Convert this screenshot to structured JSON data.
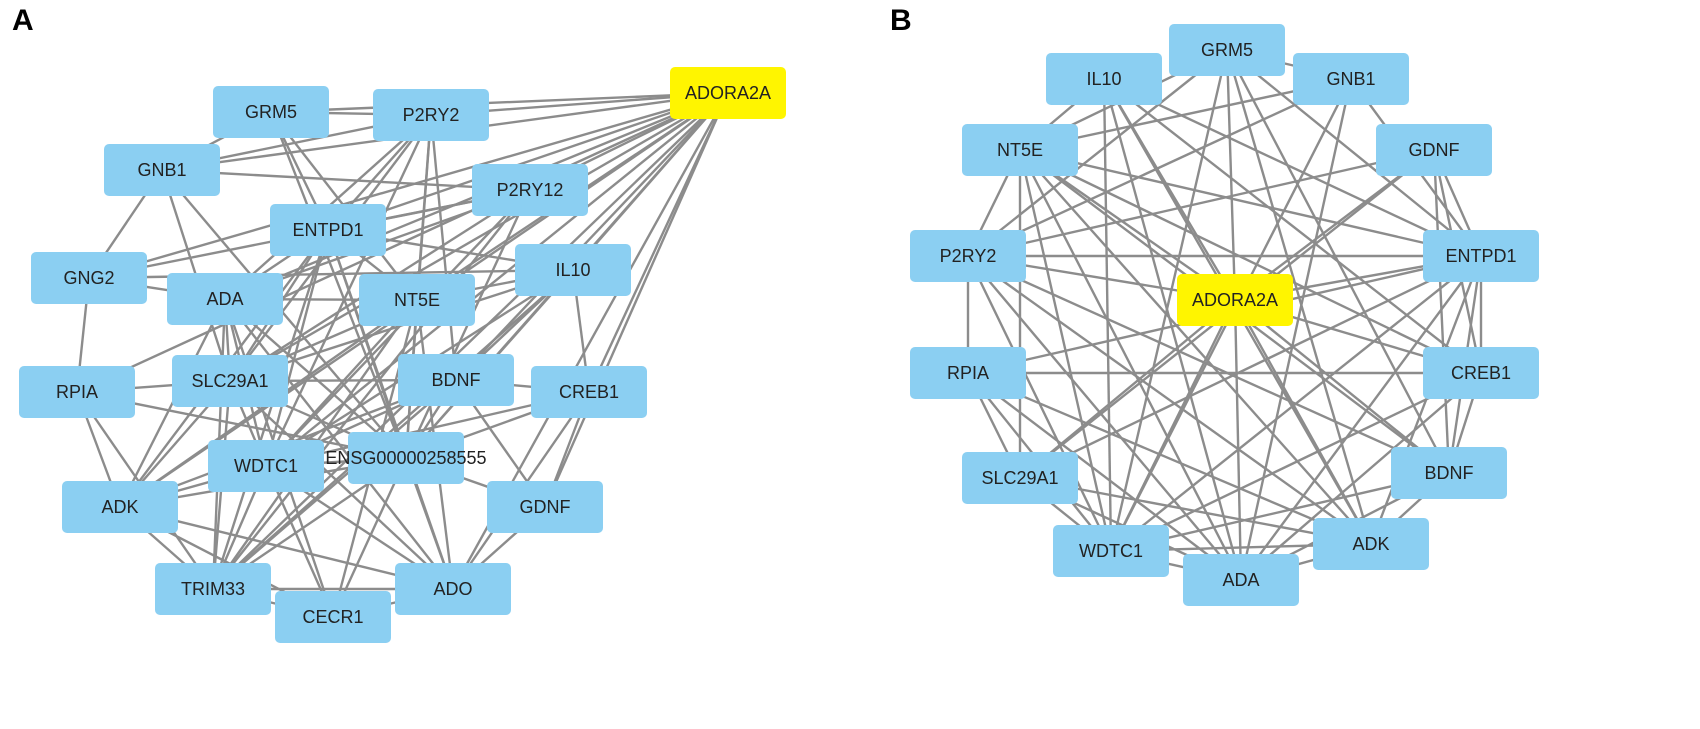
{
  "panels": [
    {
      "id": "A",
      "label": "A",
      "highlight_color": "#fff500",
      "node_color": "#8bcff2",
      "nodes": [
        {
          "id": "ADORA2A",
          "label": "ADORA2A",
          "highlight": true
        },
        {
          "id": "P2RY2",
          "label": "P2RY2"
        },
        {
          "id": "GRM5",
          "label": "GRM5"
        },
        {
          "id": "GNB1",
          "label": "GNB1"
        },
        {
          "id": "P2RY12",
          "label": "P2RY12"
        },
        {
          "id": "ENTPD1",
          "label": "ENTPD1"
        },
        {
          "id": "GNG2",
          "label": "GNG2"
        },
        {
          "id": "IL10",
          "label": "IL10"
        },
        {
          "id": "ADA",
          "label": "ADA"
        },
        {
          "id": "NT5E",
          "label": "NT5E"
        },
        {
          "id": "RPIA",
          "label": "RPIA"
        },
        {
          "id": "SLC29A1",
          "label": "SLC29A1"
        },
        {
          "id": "BDNF",
          "label": "BDNF"
        },
        {
          "id": "CREB1",
          "label": "CREB1"
        },
        {
          "id": "WDTC1",
          "label": "WDTC1"
        },
        {
          "id": "ENSG",
          "label": "ENSG00000258555"
        },
        {
          "id": "ADK",
          "label": "ADK"
        },
        {
          "id": "GDNF",
          "label": "GDNF"
        },
        {
          "id": "TRIM33",
          "label": "TRIM33"
        },
        {
          "id": "ADO",
          "label": "ADO"
        },
        {
          "id": "CECR1",
          "label": "CECR1"
        }
      ],
      "edges": [
        [
          "ADORA2A",
          "P2RY2"
        ],
        [
          "ADORA2A",
          "GRM5"
        ],
        [
          "ADORA2A",
          "GNB1"
        ],
        [
          "ADORA2A",
          "P2RY12"
        ],
        [
          "ADORA2A",
          "ENTPD1"
        ],
        [
          "ADORA2A",
          "GNG2"
        ],
        [
          "ADORA2A",
          "IL10"
        ],
        [
          "ADORA2A",
          "ADA"
        ],
        [
          "ADORA2A",
          "NT5E"
        ],
        [
          "ADORA2A",
          "SLC29A1"
        ],
        [
          "ADORA2A",
          "BDNF"
        ],
        [
          "ADORA2A",
          "CREB1"
        ],
        [
          "ADORA2A",
          "WDTC1"
        ],
        [
          "ADORA2A",
          "ENSG"
        ],
        [
          "ADORA2A",
          "ADK"
        ],
        [
          "ADORA2A",
          "GDNF"
        ],
        [
          "ADORA2A",
          "TRIM33"
        ],
        [
          "ADORA2A",
          "ADO"
        ],
        [
          "ADORA2A",
          "RPIA"
        ],
        [
          "GRM5",
          "P2RY2"
        ],
        [
          "GRM5",
          "GNB1"
        ],
        [
          "GRM5",
          "ENTPD1"
        ],
        [
          "GRM5",
          "NT5E"
        ],
        [
          "GRM5",
          "ENSG"
        ],
        [
          "P2RY2",
          "GNB1"
        ],
        [
          "P2RY2",
          "ENTPD1"
        ],
        [
          "P2RY2",
          "ADA"
        ],
        [
          "P2RY2",
          "NT5E"
        ],
        [
          "P2RY2",
          "SLC29A1"
        ],
        [
          "P2RY2",
          "WDTC1"
        ],
        [
          "P2RY2",
          "ENSG"
        ],
        [
          "P2RY2",
          "BDNF"
        ],
        [
          "GNB1",
          "GNG2"
        ],
        [
          "GNB1",
          "P2RY12"
        ],
        [
          "GNB1",
          "SLC29A1"
        ],
        [
          "GNB1",
          "ENSG"
        ],
        [
          "P2RY12",
          "GNG2"
        ],
        [
          "P2RY12",
          "ADA"
        ],
        [
          "P2RY12",
          "ENTPD1"
        ],
        [
          "P2RY12",
          "SLC29A1"
        ],
        [
          "P2RY12",
          "WDTC1"
        ],
        [
          "P2RY12",
          "TRIM33"
        ],
        [
          "P2RY12",
          "ENSG"
        ],
        [
          "ENTPD1",
          "ADA"
        ],
        [
          "ENTPD1",
          "NT5E"
        ],
        [
          "ENTPD1",
          "SLC29A1"
        ],
        [
          "ENTPD1",
          "WDTC1"
        ],
        [
          "ENTPD1",
          "ENSG"
        ],
        [
          "ENTPD1",
          "TRIM33"
        ],
        [
          "ENTPD1",
          "ADK"
        ],
        [
          "ENTPD1",
          "IL10"
        ],
        [
          "ENTPD1",
          "ADO"
        ],
        [
          "GNG2",
          "RPIA"
        ],
        [
          "GNG2",
          "ADA"
        ],
        [
          "GNG2",
          "IL10"
        ],
        [
          "IL10",
          "NT5E"
        ],
        [
          "IL10",
          "ENSG"
        ],
        [
          "IL10",
          "CREB1"
        ],
        [
          "IL10",
          "BDNF"
        ],
        [
          "IL10",
          "SLC29A1"
        ],
        [
          "IL10",
          "WDTC1"
        ],
        [
          "IL10",
          "TRIM33"
        ],
        [
          "ADA",
          "NT5E"
        ],
        [
          "ADA",
          "SLC29A1"
        ],
        [
          "ADA",
          "ENSG"
        ],
        [
          "ADA",
          "ADK"
        ],
        [
          "ADA",
          "WDTC1"
        ],
        [
          "ADA",
          "TRIM33"
        ],
        [
          "ADA",
          "ADO"
        ],
        [
          "ADA",
          "CECR1"
        ],
        [
          "NT5E",
          "SLC29A1"
        ],
        [
          "NT5E",
          "WDTC1"
        ],
        [
          "NT5E",
          "ENSG"
        ],
        [
          "NT5E",
          "ADK"
        ],
        [
          "NT5E",
          "TRIM33"
        ],
        [
          "NT5E",
          "CECR1"
        ],
        [
          "NT5E",
          "ADO"
        ],
        [
          "RPIA",
          "SLC29A1"
        ],
        [
          "RPIA",
          "ADK"
        ],
        [
          "RPIA",
          "ENSG"
        ],
        [
          "RPIA",
          "TRIM33"
        ],
        [
          "SLC29A1",
          "WDTC1"
        ],
        [
          "SLC29A1",
          "ENSG"
        ],
        [
          "SLC29A1",
          "ADK"
        ],
        [
          "SLC29A1",
          "TRIM33"
        ],
        [
          "SLC29A1",
          "BDNF"
        ],
        [
          "SLC29A1",
          "ADO"
        ],
        [
          "BDNF",
          "CREB1"
        ],
        [
          "BDNF",
          "WDTC1"
        ],
        [
          "BDNF",
          "ENSG"
        ],
        [
          "BDNF",
          "GDNF"
        ],
        [
          "BDNF",
          "ADK"
        ],
        [
          "BDNF",
          "TRIM33"
        ],
        [
          "CREB1",
          "ENSG"
        ],
        [
          "CREB1",
          "GDNF"
        ],
        [
          "CREB1",
          "WDTC1"
        ],
        [
          "CREB1",
          "ADO"
        ],
        [
          "WDTC1",
          "ENSG"
        ],
        [
          "WDTC1",
          "ADK"
        ],
        [
          "WDTC1",
          "TRIM33"
        ],
        [
          "WDTC1",
          "CECR1"
        ],
        [
          "WDTC1",
          "ADO"
        ],
        [
          "ENSG",
          "ADK"
        ],
        [
          "ENSG",
          "GDNF"
        ],
        [
          "ENSG",
          "ADO"
        ],
        [
          "ENSG",
          "CECR1"
        ],
        [
          "ENSG",
          "TRIM33"
        ],
        [
          "ADK",
          "TRIM33"
        ],
        [
          "ADK",
          "CECR1"
        ],
        [
          "ADK",
          "ADO"
        ],
        [
          "GDNF",
          "ADO"
        ],
        [
          "TRIM33",
          "CECR1"
        ],
        [
          "TRIM33",
          "ADO"
        ],
        [
          "CECR1",
          "ADO"
        ]
      ]
    },
    {
      "id": "B",
      "label": "B",
      "highlight_color": "#fff500",
      "node_color": "#8bcff2",
      "nodes": [
        {
          "id": "ADORA2A",
          "label": "ADORA2A",
          "highlight": true
        },
        {
          "id": "GRM5",
          "label": "GRM5"
        },
        {
          "id": "IL10",
          "label": "IL10"
        },
        {
          "id": "GNB1",
          "label": "GNB1"
        },
        {
          "id": "NT5E",
          "label": "NT5E"
        },
        {
          "id": "GDNF",
          "label": "GDNF"
        },
        {
          "id": "P2RY2",
          "label": "P2RY2"
        },
        {
          "id": "ENTPD1",
          "label": "ENTPD1"
        },
        {
          "id": "RPIA",
          "label": "RPIA"
        },
        {
          "id": "CREB1",
          "label": "CREB1"
        },
        {
          "id": "SLC29A1",
          "label": "SLC29A1"
        },
        {
          "id": "BDNF",
          "label": "BDNF"
        },
        {
          "id": "WDTC1",
          "label": "WDTC1"
        },
        {
          "id": "ADK",
          "label": "ADK"
        },
        {
          "id": "ADA",
          "label": "ADA"
        }
      ],
      "edges": [
        [
          "ADORA2A",
          "GRM5"
        ],
        [
          "ADORA2A",
          "NT5E"
        ],
        [
          "ADORA2A",
          "ENTPD1"
        ],
        [
          "ADORA2A",
          "P2RY2"
        ],
        [
          "ADORA2A",
          "ADA"
        ],
        [
          "ADORA2A",
          "ADK"
        ],
        [
          "ADORA2A",
          "WDTC1"
        ],
        [
          "ADORA2A",
          "BDNF"
        ],
        [
          "ADORA2A",
          "SLC29A1"
        ],
        [
          "ADORA2A",
          "GDNF"
        ],
        [
          "ADORA2A",
          "CREB1"
        ],
        [
          "ADORA2A",
          "IL10"
        ],
        [
          "GRM5",
          "GNB1"
        ],
        [
          "GRM5",
          "ENTPD1"
        ],
        [
          "GRM5",
          "BDNF"
        ],
        [
          "GRM5",
          "ADK"
        ],
        [
          "GRM5",
          "P2RY2"
        ],
        [
          "GRM5",
          "NT5E"
        ],
        [
          "GRM5",
          "WDTC1"
        ],
        [
          "IL10",
          "NT5E"
        ],
        [
          "IL10",
          "ADA"
        ],
        [
          "IL10",
          "WDTC1"
        ],
        [
          "IL10",
          "ENTPD1"
        ],
        [
          "IL10",
          "CREB1"
        ],
        [
          "IL10",
          "ADK"
        ],
        [
          "GNB1",
          "P2RY2"
        ],
        [
          "GNB1",
          "ENTPD1"
        ],
        [
          "GNB1",
          "NT5E"
        ],
        [
          "GNB1",
          "ADA"
        ],
        [
          "GNB1",
          "WDTC1"
        ],
        [
          "NT5E",
          "P2RY2"
        ],
        [
          "NT5E",
          "ENTPD1"
        ],
        [
          "NT5E",
          "ADA"
        ],
        [
          "NT5E",
          "ADK"
        ],
        [
          "NT5E",
          "BDNF"
        ],
        [
          "NT5E",
          "WDTC1"
        ],
        [
          "NT5E",
          "SLC29A1"
        ],
        [
          "NT5E",
          "CREB1"
        ],
        [
          "GDNF",
          "ENTPD1"
        ],
        [
          "GDNF",
          "CREB1"
        ],
        [
          "GDNF",
          "SLC29A1"
        ],
        [
          "GDNF",
          "BDNF"
        ],
        [
          "GDNF",
          "P2RY2"
        ],
        [
          "P2RY2",
          "ENTPD1"
        ],
        [
          "P2RY2",
          "RPIA"
        ],
        [
          "P2RY2",
          "ADA"
        ],
        [
          "P2RY2",
          "WDTC1"
        ],
        [
          "P2RY2",
          "BDNF"
        ],
        [
          "P2RY2",
          "ADK"
        ],
        [
          "ENTPD1",
          "CREB1"
        ],
        [
          "ENTPD1",
          "BDNF"
        ],
        [
          "ENTPD1",
          "ADA"
        ],
        [
          "ENTPD1",
          "WDTC1"
        ],
        [
          "ENTPD1",
          "SLC29A1"
        ],
        [
          "ENTPD1",
          "RPIA"
        ],
        [
          "ENTPD1",
          "ADK"
        ],
        [
          "RPIA",
          "ADA"
        ],
        [
          "RPIA",
          "ADK"
        ],
        [
          "RPIA",
          "WDTC1"
        ],
        [
          "RPIA",
          "SLC29A1"
        ],
        [
          "CREB1",
          "BDNF"
        ],
        [
          "CREB1",
          "ADA"
        ],
        [
          "CREB1",
          "WDTC1"
        ],
        [
          "CREB1",
          "RPIA"
        ],
        [
          "SLC29A1",
          "WDTC1"
        ],
        [
          "SLC29A1",
          "ADA"
        ],
        [
          "SLC29A1",
          "ADK"
        ],
        [
          "BDNF",
          "ADK"
        ],
        [
          "BDNF",
          "ADA"
        ],
        [
          "BDNF",
          "WDTC1"
        ],
        [
          "WDTC1",
          "ADA"
        ],
        [
          "WDTC1",
          "ADK"
        ],
        [
          "ADK",
          "ADA"
        ]
      ]
    }
  ]
}
